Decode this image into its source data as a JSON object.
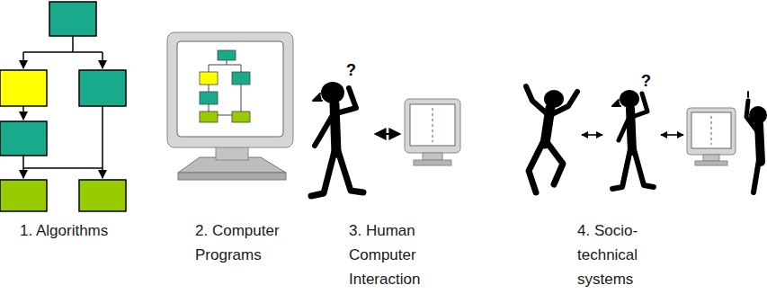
{
  "diagram": {
    "labels": [
      "?",
      "?",
      "1. Algorithms",
      "2. Computer Programs",
      "3. Human Computer Interaction",
      "4. Socio-technical systems"
    ]
  }
}
